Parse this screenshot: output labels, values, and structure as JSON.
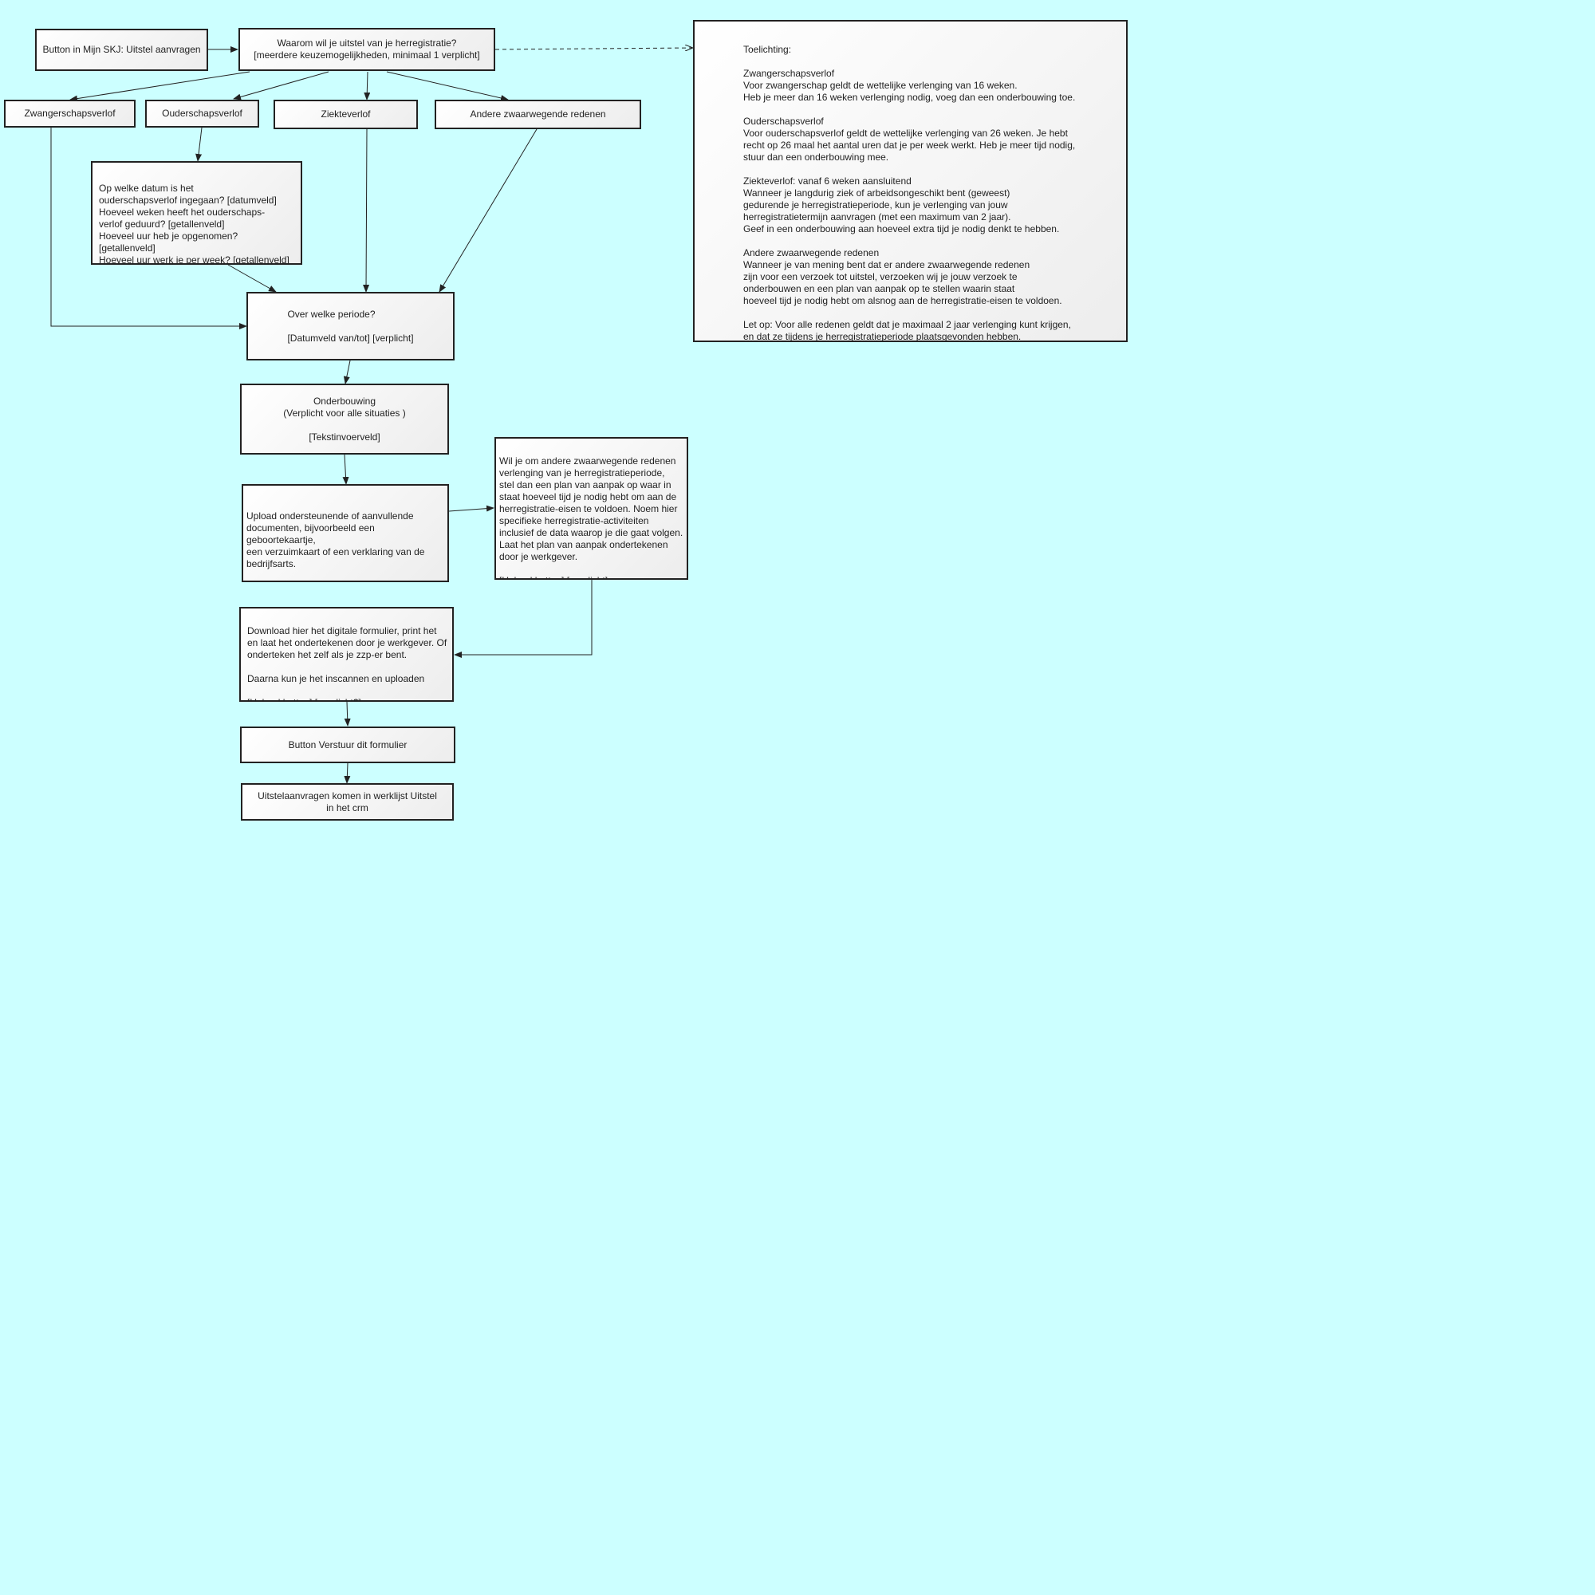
{
  "nodes": {
    "start_button": "Button in Mijn SKJ: Uitstel aanvragen",
    "reason_question": "Waarom wil je uitstel van je herregistratie?\n[meerdere keuzemogelijkheden, minimaal 1 verplicht]",
    "opt_zwangerschap": "Zwangerschapsverlof",
    "opt_ouderschap": "Ouderschapsverlof",
    "opt_ziekte": "Ziekteverlof",
    "opt_andere": "Andere zwaarwegende redenen",
    "ouderschap_details": "Op welke datum is het\nouderschapsverlof ingegaan? [datumveld]\nHoeveel weken heeft het ouderschaps-\nverlof geduurd? [getallenveld]\nHoeveel uur heb je opgenomen? [getallenveld]\nHoeveel uur werk je per week? [getallenveld]\n[verplicht]",
    "periode": "Over welke periode?\n\n[Datumveld van/tot] [verplicht]",
    "onderbouwing": "Onderbouwing\n(Verplicht voor alle situaties )\n\n[Tekstinvoerveld]",
    "upload_docs": "Upload ondersteunende of aanvullende\ndocumenten, bijvoorbeeld een geboortekaartje,\neen verzuimkaart of een verklaring van de\nbedrijfsarts.\n\n[Upload button] [verplicht]",
    "plan_aanpak": "Wil je om andere zwaarwegende redenen\nverlenging van je herregistratieperiode,\nstel dan een plan van aanpak op waar in\nstaat hoeveel tijd je nodig hebt om aan de\nherregistratie-eisen te voldoen. Noem hier\nspecifieke herregistratie-activiteiten\ninclusief de data waarop je die gaat volgen.\nLaat het plan van aanpak ondertekenen\ndoor je werkgever.\n\n[Upload button] [verplicht]",
    "download_form": "Download hier het digitale formulier, print het\nen laat het ondertekenen door je werkgever. Of\nonderteken het zelf als je zzp-er bent.\n\nDaarna kun je het inscannen en uploaden\n\n[Upload button] [verplicht?]",
    "submit_button": "Button Verstuur dit formulier",
    "worklist": "Uitstelaanvragen komen in werklijst Uitstel\nin het crm",
    "toelichting": "Toelichting:\n\nZwangerschapsverlof\nVoor zwangerschap geldt de wettelijke verlenging van 16 weken.\nHeb je meer dan 16 weken verlenging nodig, voeg dan een onderbouwing toe.\n\nOuderschapsverlof\nVoor ouderschapsverlof geldt de wettelijke verlenging van 26 weken. Je hebt\nrecht op 26 maal het aantal uren dat je per week werkt. Heb je meer tijd nodig,\nstuur dan een onderbouwing mee.\n\nZiekteverlof: vanaf 6 weken aansluitend\nWanneer je langdurig ziek of arbeidsongeschikt bent (geweest)\ngedurende je herregistratieperiode, kun je verlenging van jouw\nherregistratietermijn aanvragen (met een maximum van 2 jaar).\nGeef in een onderbouwing aan hoeveel extra tijd je nodig denkt te hebben.\n\nAndere zwaarwegende redenen\nWanneer je van mening bent dat er andere zwaarwegende redenen\nzijn voor een verzoek tot uitstel, verzoeken wij je jouw verzoek te\nonderbouwen en een plan van aanpak op te stellen waarin staat\nhoeveel tijd je nodig hebt om alsnog aan de herregistratie-eisen te voldoen.\n\nLet op: Voor alle redenen geldt dat je maximaal 2 jaar verlenging kunt krijgen,\nen dat ze tijdens je herregistratieperiode plaatsgevonden hebben."
  },
  "colors": {
    "background": "#ccffff",
    "stroke": "#222222"
  }
}
